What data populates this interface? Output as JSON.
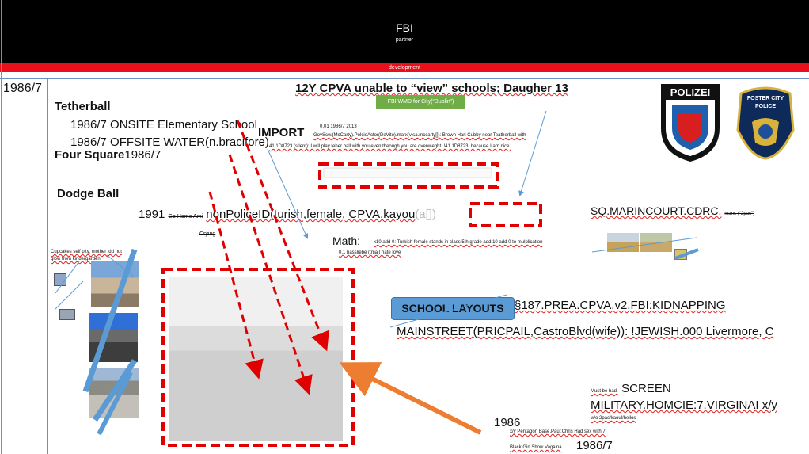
{
  "header": {
    "title": "FBI",
    "subtitle": "partner",
    "banner": "development"
  },
  "left_date": "1986/7",
  "headline": "12Y CPVA unable to “view” schools; Daugher 13",
  "green_box": "FBI:WMD for City(“Dublin”)",
  "games": {
    "tetherball": "Tetherball",
    "onsite": "1986/7 ONSITE Elementary School",
    "offsite": "1986/7 OFFSITE WATER(n.bracifore)",
    "four_square": "Four Square",
    "four_square_date": "1986/7",
    "dodge_ball": "Dodge Ball"
  },
  "import_block": {
    "label": "IMPORT",
    "meta": "0.01 1986/7    2013",
    "line1": "GovScw.(McCarty).PolcieActor(DeVito).marx(visa.mccarty[]): Brown Hari Cubby near Teatherball with",
    "line2": "41.1D8723 (silent): I will play teher ball with you even theough you are overwieght. !41.1D8723: because I am nice."
  },
  "police_line": {
    "year": "1991",
    "struck": "Go Home Ami",
    "text": "nonPoliceID(turish,female, CPVA.kayou",
    "tail": "(a[])"
  },
  "crying": "Crying",
  "math": {
    "label": "Math:",
    "line1": "x10 add 0: Turkish female stands in class 5th grade add 10 add 0 to mulplication",
    "line2": "0.1 hassliebe (tmal) hate love"
  },
  "sq": {
    "text": "SQ.MARINCOURT.CDRC.",
    "small": "marx. (“2pac”)"
  },
  "cupcakes": "Cupcakes self pity, mother idd not glow from kindergarden",
  "school_layouts": {
    "button": "SCHOOL LAYOUTS",
    "code": "§187.PREA.CPVA.v2.FBI:KIDNAPPING"
  },
  "mainstreet": "MAINSTREET(PRICPAIL,CastroBlvd(wife)): !JEWISH.000  Livermore, C",
  "screen_block": {
    "pre": "Must be bad.",
    "screen": "SCREEN",
    "military": "MILITARY.HOMCIE:7.VIRGINAI x/y",
    "note": "w/o 2pac/kaoul/heilos"
  },
  "bottom": {
    "year": "1986",
    "line1": "x/y Pentagon Base.Paul:Chris Had sex with 7",
    "line2": "Black Girl Show Vagaina",
    "date": "1986/7"
  },
  "badges": {
    "polizei": "POLIZEI",
    "foster_top": "FOSTER CITY",
    "foster_bottom": "POLICE"
  },
  "colors": {
    "header_bg": "#000000",
    "banner_red": "#e8101b",
    "accent_blue": "#5b9bd5",
    "green": "#70ad47",
    "dash_red": "#e00000",
    "arrow_orange": "#ed7d31"
  }
}
